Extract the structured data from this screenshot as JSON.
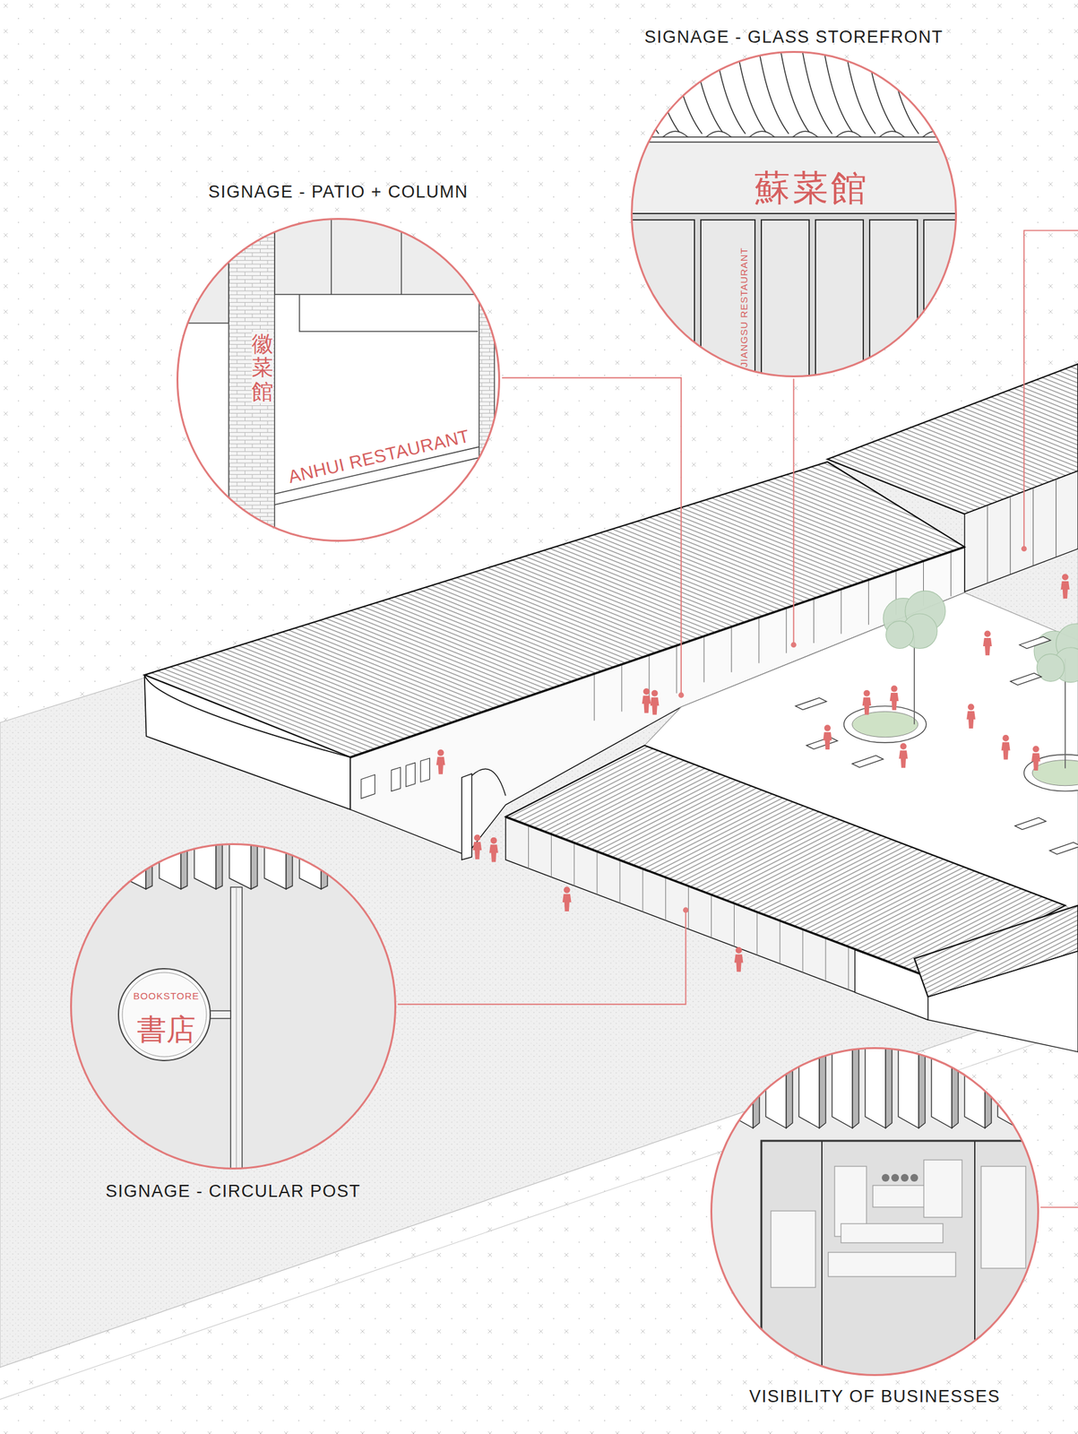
{
  "diagram": {
    "nodes": [
      {
        "text": [
          "SIGNAGE - GLASS STOREFRONT",
          "蘇菜館",
          "JIANGSU RESTAURANT"
        ]
      },
      {
        "text": [
          "SIGNAGE - PATIO + COLUMN",
          "徽菜館",
          "ANHUI RESTAURANT"
        ]
      },
      {
        "text": [
          "SIGNAGE - CIRCULAR POST",
          "書店",
          "BOOKSTORE"
        ]
      },
      {
        "text": [
          "VISIBILITY OF BUSINESSES"
        ]
      }
    ]
  }
}
